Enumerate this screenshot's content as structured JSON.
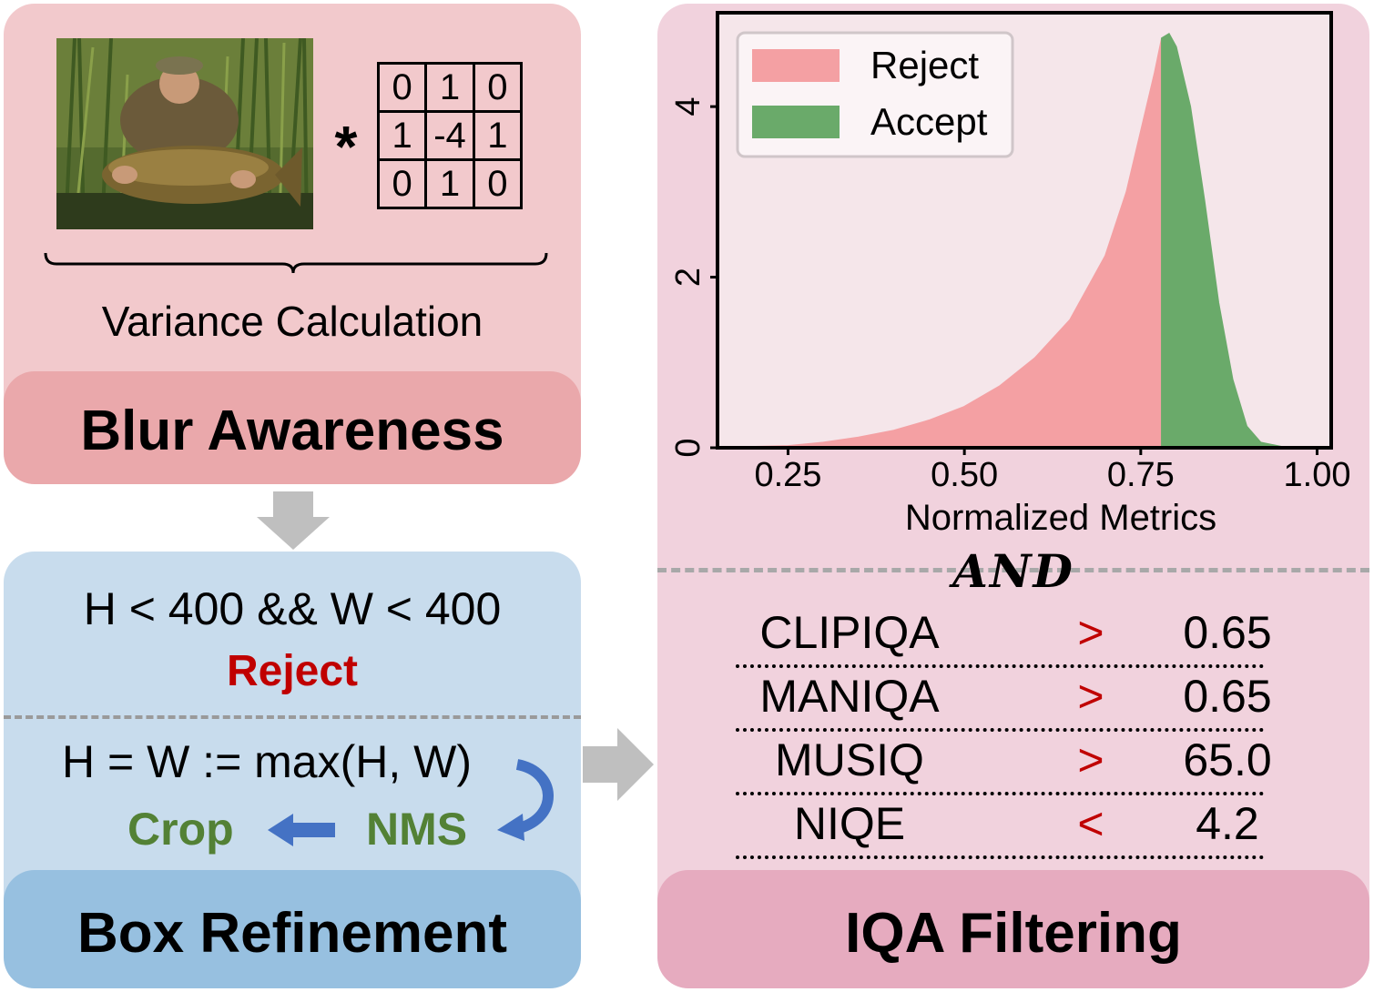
{
  "blur_awareness": {
    "title": "Blur Awareness",
    "operator": "*",
    "kernel": [
      [
        "0",
        "1",
        "0"
      ],
      [
        "1",
        "-4",
        "1"
      ],
      [
        "0",
        "1",
        "0"
      ]
    ],
    "variance_label": "Variance Calculation"
  },
  "box_refinement": {
    "title": "Box Refinement",
    "condition": "H < 400 && W < 400",
    "reject_label": "Reject",
    "assignment": "H = W := max(H, W)",
    "crop_label": "Crop",
    "nms_label": "NMS"
  },
  "iqa_filtering": {
    "title": "IQA Filtering",
    "and_label": "AND",
    "metrics": [
      {
        "name": "CLIPIQA",
        "op": ">",
        "value": "0.65"
      },
      {
        "name": "MANIQA",
        "op": ">",
        "value": "0.65"
      },
      {
        "name": "MUSIQ",
        "op": ">",
        "value": "65.0"
      },
      {
        "name": "NIQE",
        "op": "<",
        "value": "4.2"
      }
    ]
  },
  "colors": {
    "reject": "#f4a0a3",
    "accept": "#6aaa6a",
    "reject_text": "#c00000",
    "crop_nms_text": "#538135",
    "arrow_blue": "#4472c4",
    "arrow_gray": "#bfbfbf"
  },
  "chart_data": {
    "type": "area",
    "xlabel": "Normalized Metrics",
    "ylabel": "",
    "xlim": [
      0.15,
      1.02
    ],
    "ylim": [
      0,
      5.1
    ],
    "xticks": [
      "0.25",
      "0.50",
      "0.75",
      "1.00"
    ],
    "xtick_values": [
      0.25,
      0.5,
      0.75,
      1.0
    ],
    "yticks": [
      "0",
      "2",
      "4"
    ],
    "ytick_values": [
      0,
      2,
      4
    ],
    "threshold": 0.78,
    "legend_position": "top-left",
    "series": [
      {
        "name": "Reject",
        "color": "#f4a0a3",
        "x": [
          0.15,
          0.25,
          0.3,
          0.35,
          0.4,
          0.45,
          0.5,
          0.55,
          0.6,
          0.65,
          0.7,
          0.73,
          0.75,
          0.77,
          0.78
        ],
        "y": [
          0.0,
          0.02,
          0.06,
          0.12,
          0.2,
          0.32,
          0.48,
          0.72,
          1.05,
          1.5,
          2.25,
          3.0,
          3.7,
          4.4,
          4.8
        ]
      },
      {
        "name": "Accept",
        "color": "#6aaa6a",
        "x": [
          0.78,
          0.79,
          0.8,
          0.82,
          0.84,
          0.86,
          0.88,
          0.9,
          0.92,
          0.95,
          1.0
        ],
        "y": [
          4.8,
          4.85,
          4.7,
          4.0,
          2.9,
          1.7,
          0.8,
          0.25,
          0.06,
          0.01,
          0.0
        ]
      }
    ]
  }
}
